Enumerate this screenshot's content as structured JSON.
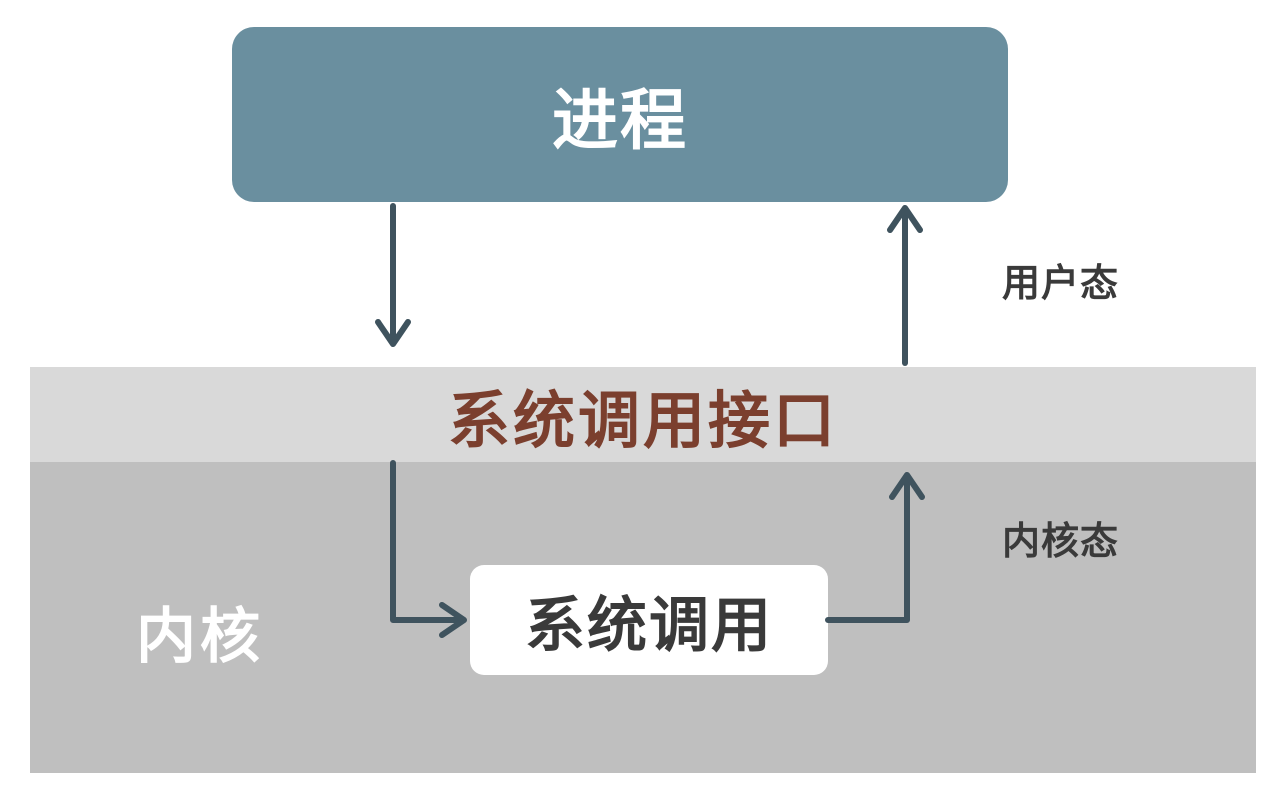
{
  "diagram": {
    "process": {
      "label": "进程"
    },
    "syscall_interface": {
      "label": "系统调用接口"
    },
    "kernel": {
      "label": "内核"
    },
    "syscall": {
      "label": "系统调用"
    },
    "modes": {
      "user_mode": "用户态",
      "kernel_mode": "内核态"
    }
  },
  "colors": {
    "process_fill": "#6a8f9f",
    "interface_band": "#d9d9d9",
    "kernel_fill": "#bfbfbf",
    "interface_text": "#7b3f2e",
    "arrow": "#3f535e"
  }
}
